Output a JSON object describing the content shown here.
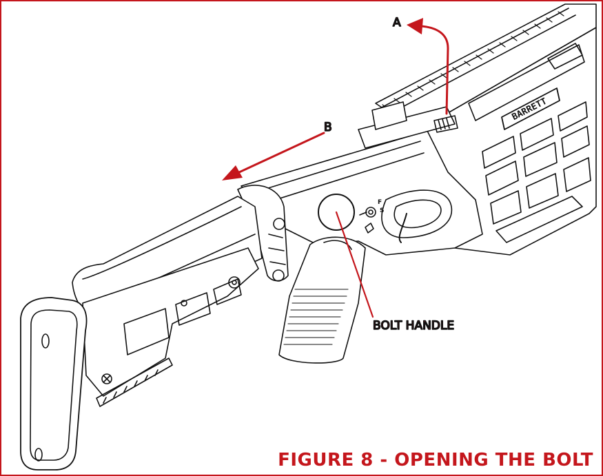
{
  "figure": {
    "caption": "FIGURE 8 - OPENING THE BOLT",
    "accent_color": "#c4161c",
    "line_color": "#111111"
  },
  "callouts": {
    "a_label": "A",
    "b_label": "B",
    "bolt_handle_label": "BOLT HANDLE"
  },
  "markings": {
    "brand": "BARRETT",
    "safety_fire": "F",
    "safety_safe": "S"
  }
}
